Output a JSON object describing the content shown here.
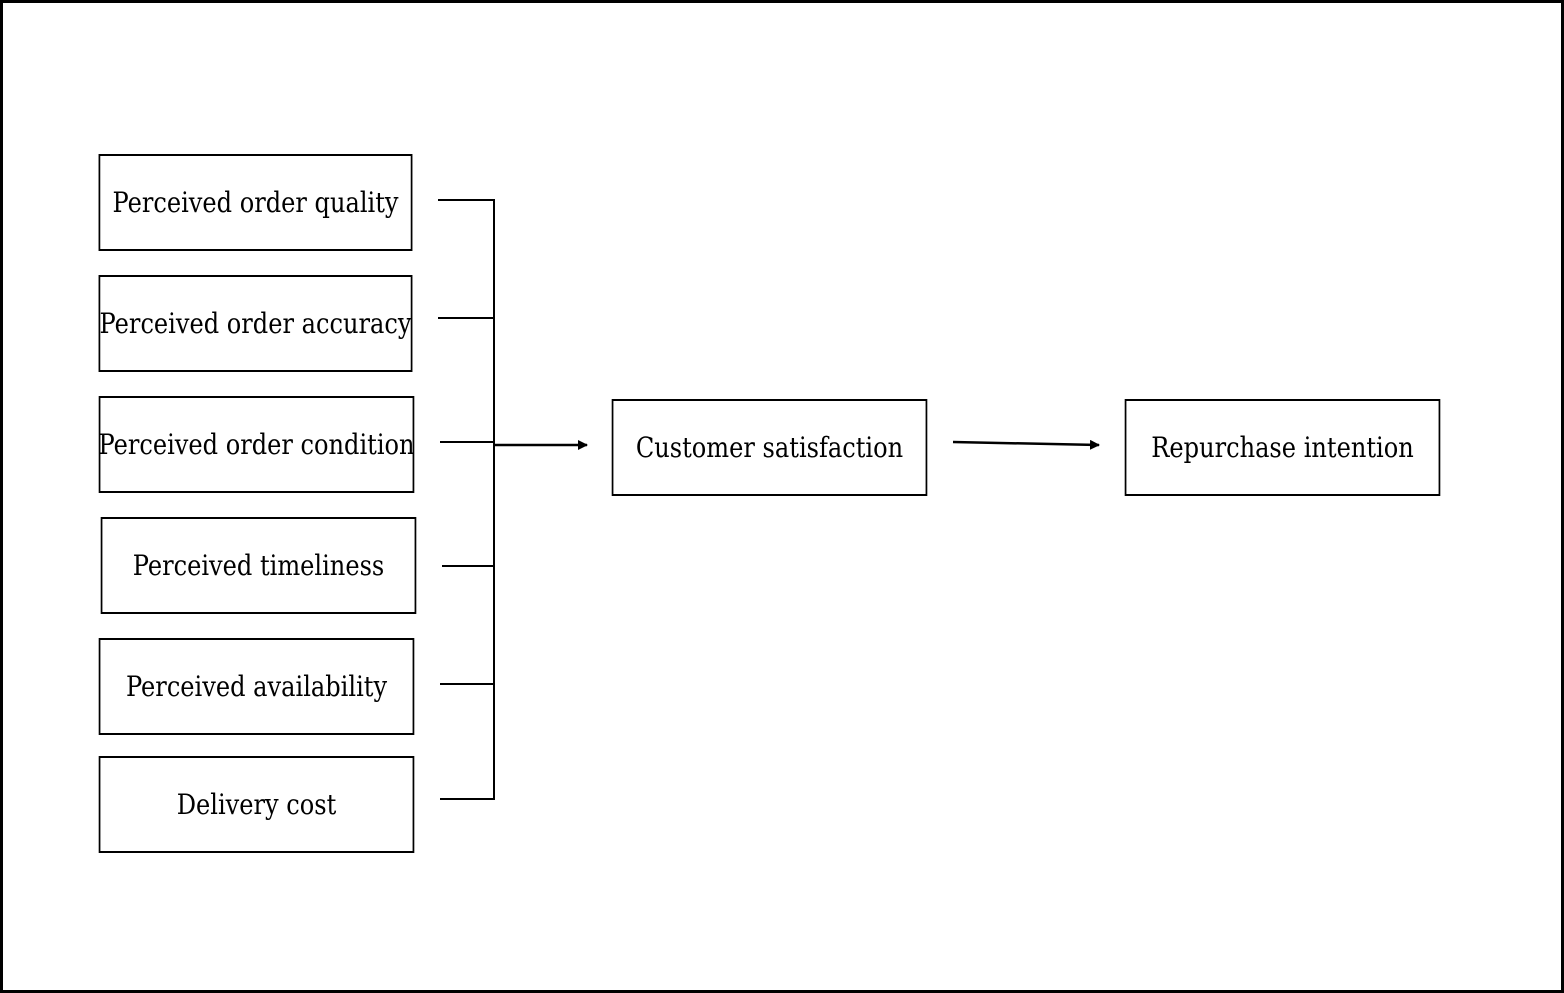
{
  "diagram": {
    "factors": [
      "Perceived order quality",
      "Perceived order accuracy",
      "Perceived order condition",
      "Perceived timeliness",
      "Perceived availability",
      "Delivery cost"
    ],
    "mediator": "Customer satisfaction",
    "outcome": "Repurchase intention"
  }
}
